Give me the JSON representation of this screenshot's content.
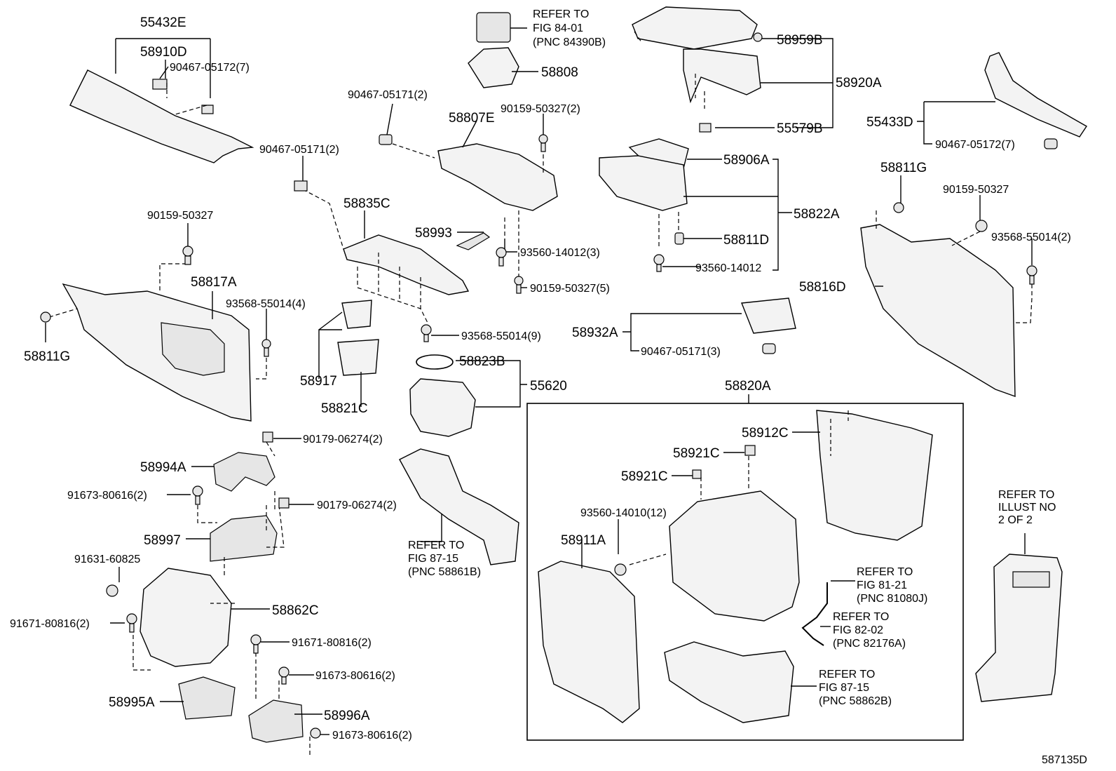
{
  "diagram_id": "587135D",
  "labels": [
    {
      "id": "L01",
      "text": "55432E"
    },
    {
      "id": "L02",
      "text": "58910D"
    },
    {
      "id": "L03",
      "text": "90467-05172(7)"
    },
    {
      "id": "L04",
      "text": "90467-05171(2)"
    },
    {
      "id": "L05",
      "text": "90159-50327"
    },
    {
      "id": "L06",
      "text": "58817A"
    },
    {
      "id": "L07",
      "text": "93568-55014(4)"
    },
    {
      "id": "L08",
      "text": "58811G"
    },
    {
      "id": "L09",
      "text": "58808"
    },
    {
      "id": "L10",
      "text": "90467-05171(2)"
    },
    {
      "id": "L11",
      "text": "58807E"
    },
    {
      "id": "L12",
      "text": "90159-50327(2)"
    },
    {
      "id": "L13",
      "text": "58835C"
    },
    {
      "id": "L14",
      "text": "58993"
    },
    {
      "id": "L15",
      "text": "93560-14012(3)"
    },
    {
      "id": "L16",
      "text": "90159-50327(5)"
    },
    {
      "id": "L17",
      "text": "93568-55014(9)"
    },
    {
      "id": "L18",
      "text": "58917"
    },
    {
      "id": "L19",
      "text": "58821C"
    },
    {
      "id": "L20",
      "text": "58823B"
    },
    {
      "id": "L21",
      "text": "55620"
    },
    {
      "id": "L22",
      "text": "90179-06274(2)"
    },
    {
      "id": "L23",
      "text": "58994A"
    },
    {
      "id": "L24",
      "text": "91673-80616(2)"
    },
    {
      "id": "L25",
      "text": "90179-06274(2)"
    },
    {
      "id": "L26",
      "text": "58997"
    },
    {
      "id": "L27",
      "text": "91631-60825"
    },
    {
      "id": "L28",
      "text": "58862C"
    },
    {
      "id": "L29",
      "text": "91671-80816(2)"
    },
    {
      "id": "L30",
      "text": "91671-80816(2)"
    },
    {
      "id": "L31",
      "text": "91673-80616(2)"
    },
    {
      "id": "L32",
      "text": "58995A"
    },
    {
      "id": "L33",
      "text": "58996A"
    },
    {
      "id": "L34",
      "text": "91673-80616(2)"
    },
    {
      "id": "L35",
      "text": "58959B"
    },
    {
      "id": "L36",
      "text": "58920A"
    },
    {
      "id": "L37",
      "text": "55579B"
    },
    {
      "id": "L38",
      "text": "58906A"
    },
    {
      "id": "L39",
      "text": "58822A"
    },
    {
      "id": "L40",
      "text": "58811D"
    },
    {
      "id": "L41",
      "text": "93560-14012"
    },
    {
      "id": "L42",
      "text": "58932A"
    },
    {
      "id": "L43",
      "text": "90467-05171(3)"
    },
    {
      "id": "L44",
      "text": "58820A"
    },
    {
      "id": "L45",
      "text": "58912C"
    },
    {
      "id": "L46",
      "text": "58921C"
    },
    {
      "id": "L47",
      "text": "58921C"
    },
    {
      "id": "L48",
      "text": "93560-14010(12)"
    },
    {
      "id": "L49",
      "text": "58911A"
    },
    {
      "id": "L50",
      "text": "55433D"
    },
    {
      "id": "L51",
      "text": "90467-05172(7)"
    },
    {
      "id": "L52",
      "text": "58811G"
    },
    {
      "id": "L53",
      "text": "90159-50327"
    },
    {
      "id": "L54",
      "text": "93568-55014(2)"
    },
    {
      "id": "L55",
      "text": "58816D"
    }
  ],
  "refer_notes": [
    {
      "id": "R1",
      "lines": [
        "REFER TO",
        "FIG 84-01",
        "(PNC 84390B)"
      ]
    },
    {
      "id": "R2",
      "lines": [
        "REFER TO",
        "FIG 87-15",
        "(PNC 58861B)"
      ]
    },
    {
      "id": "R3",
      "lines": [
        "REFER TO",
        "FIG 81-21",
        "(PNC 81080J)"
      ]
    },
    {
      "id": "R4",
      "lines": [
        "REFER TO",
        "FIG 82-02",
        "(PNC 82176A)"
      ]
    },
    {
      "id": "R5",
      "lines": [
        "REFER TO",
        "FIG 87-15",
        "(PNC 58862B)"
      ]
    },
    {
      "id": "R6",
      "lines": [
        "REFER TO",
        "ILLUST NO",
        "2 OF 2"
      ]
    }
  ]
}
